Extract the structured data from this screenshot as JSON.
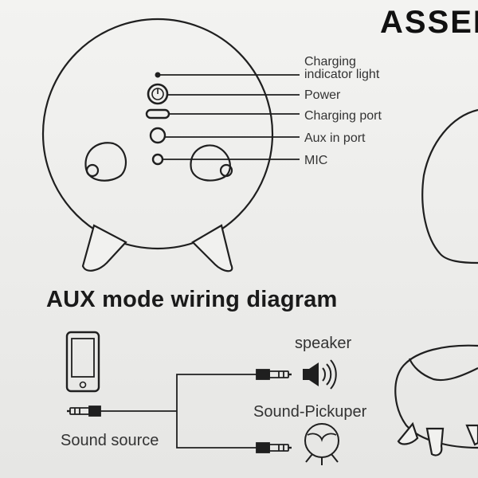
{
  "heading": {
    "corner_title": "ASSEM"
  },
  "device_labels": {
    "charging_indicator_line1": "Charging",
    "charging_indicator_line2": "indicator light",
    "power": "Power",
    "charging_port": "Charging port",
    "aux_in_port": "Aux in port",
    "mic": "MIC"
  },
  "wiring": {
    "title": "AUX mode wiring diagram",
    "speaker": "speaker",
    "sound_pickuper": "Sound-Pickuper",
    "sound_source": "Sound source"
  },
  "icons": [
    "phone-icon",
    "speaker-icon",
    "audio-jack-icon",
    "power-button-icon",
    "sound-pickuper-icon"
  ],
  "colors": {
    "line": "#1f1f1f",
    "background": "#efefed",
    "text": "#333333"
  }
}
